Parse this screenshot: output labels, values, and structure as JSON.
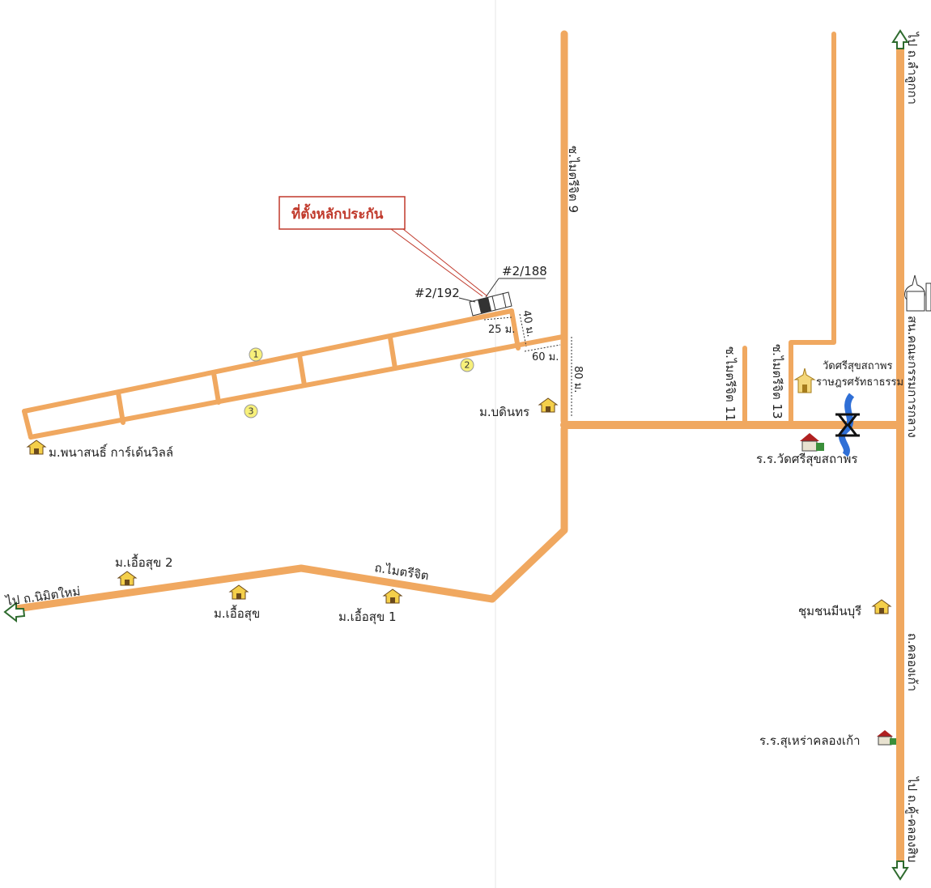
{
  "callout": {
    "title": "ที่ตั้งหลักประกัน"
  },
  "plots": {
    "left": "#2/192",
    "right": "#2/188"
  },
  "dimensions": {
    "d25": "25 ม.",
    "d40": "40 ม.",
    "d60": "60 ม.",
    "d80": "80 ม."
  },
  "markers": {
    "m1": "1",
    "m2": "2",
    "m3": "3"
  },
  "roads": {
    "soi9": "ซ.ไมตรีจิต 9",
    "soi11": "ซ.ไมตรีจิต 11",
    "soi13": "ซ.ไมตรีจิต 13",
    "maitrijit": "ถ.ไมตรีจิต",
    "to_nimit": "ไป ถ.นิมิตใหม่",
    "to_lamlukka": "ไป ถ.ลำลูกกา",
    "to_khuukhot": "ไป ถ.คู้-คลองสิบ",
    "canal_road": "ถ.คลองเก้า",
    "temple_side": "สน.คณะกรรมการกลาง"
  },
  "places": {
    "phanason": "ม.พนาสนธิ์ การ์เด้นวิลล์",
    "bodin": "ม.บดินทร",
    "uea2": "ม.เอื้อสุข 2",
    "uea": "ม.เอื้อสุข",
    "uea1": "ม.เอื้อสุข 1",
    "temple_name": "วัดศรีสุขสถาพร",
    "temple_sub": "ราษฎรศรัทธาธรรม",
    "school1": "ร.ร.วัดศรีสุขสถาพร",
    "community": "ชุมชนมีนบุรี",
    "school2": "ร.ร.สุเหร่าคลองเก้า"
  },
  "colors": {
    "road": "#f0a860",
    "callout": "#c0392b",
    "marker": "#f7f07a",
    "house": "#f4cf4a",
    "water": "#2f6fd6"
  }
}
